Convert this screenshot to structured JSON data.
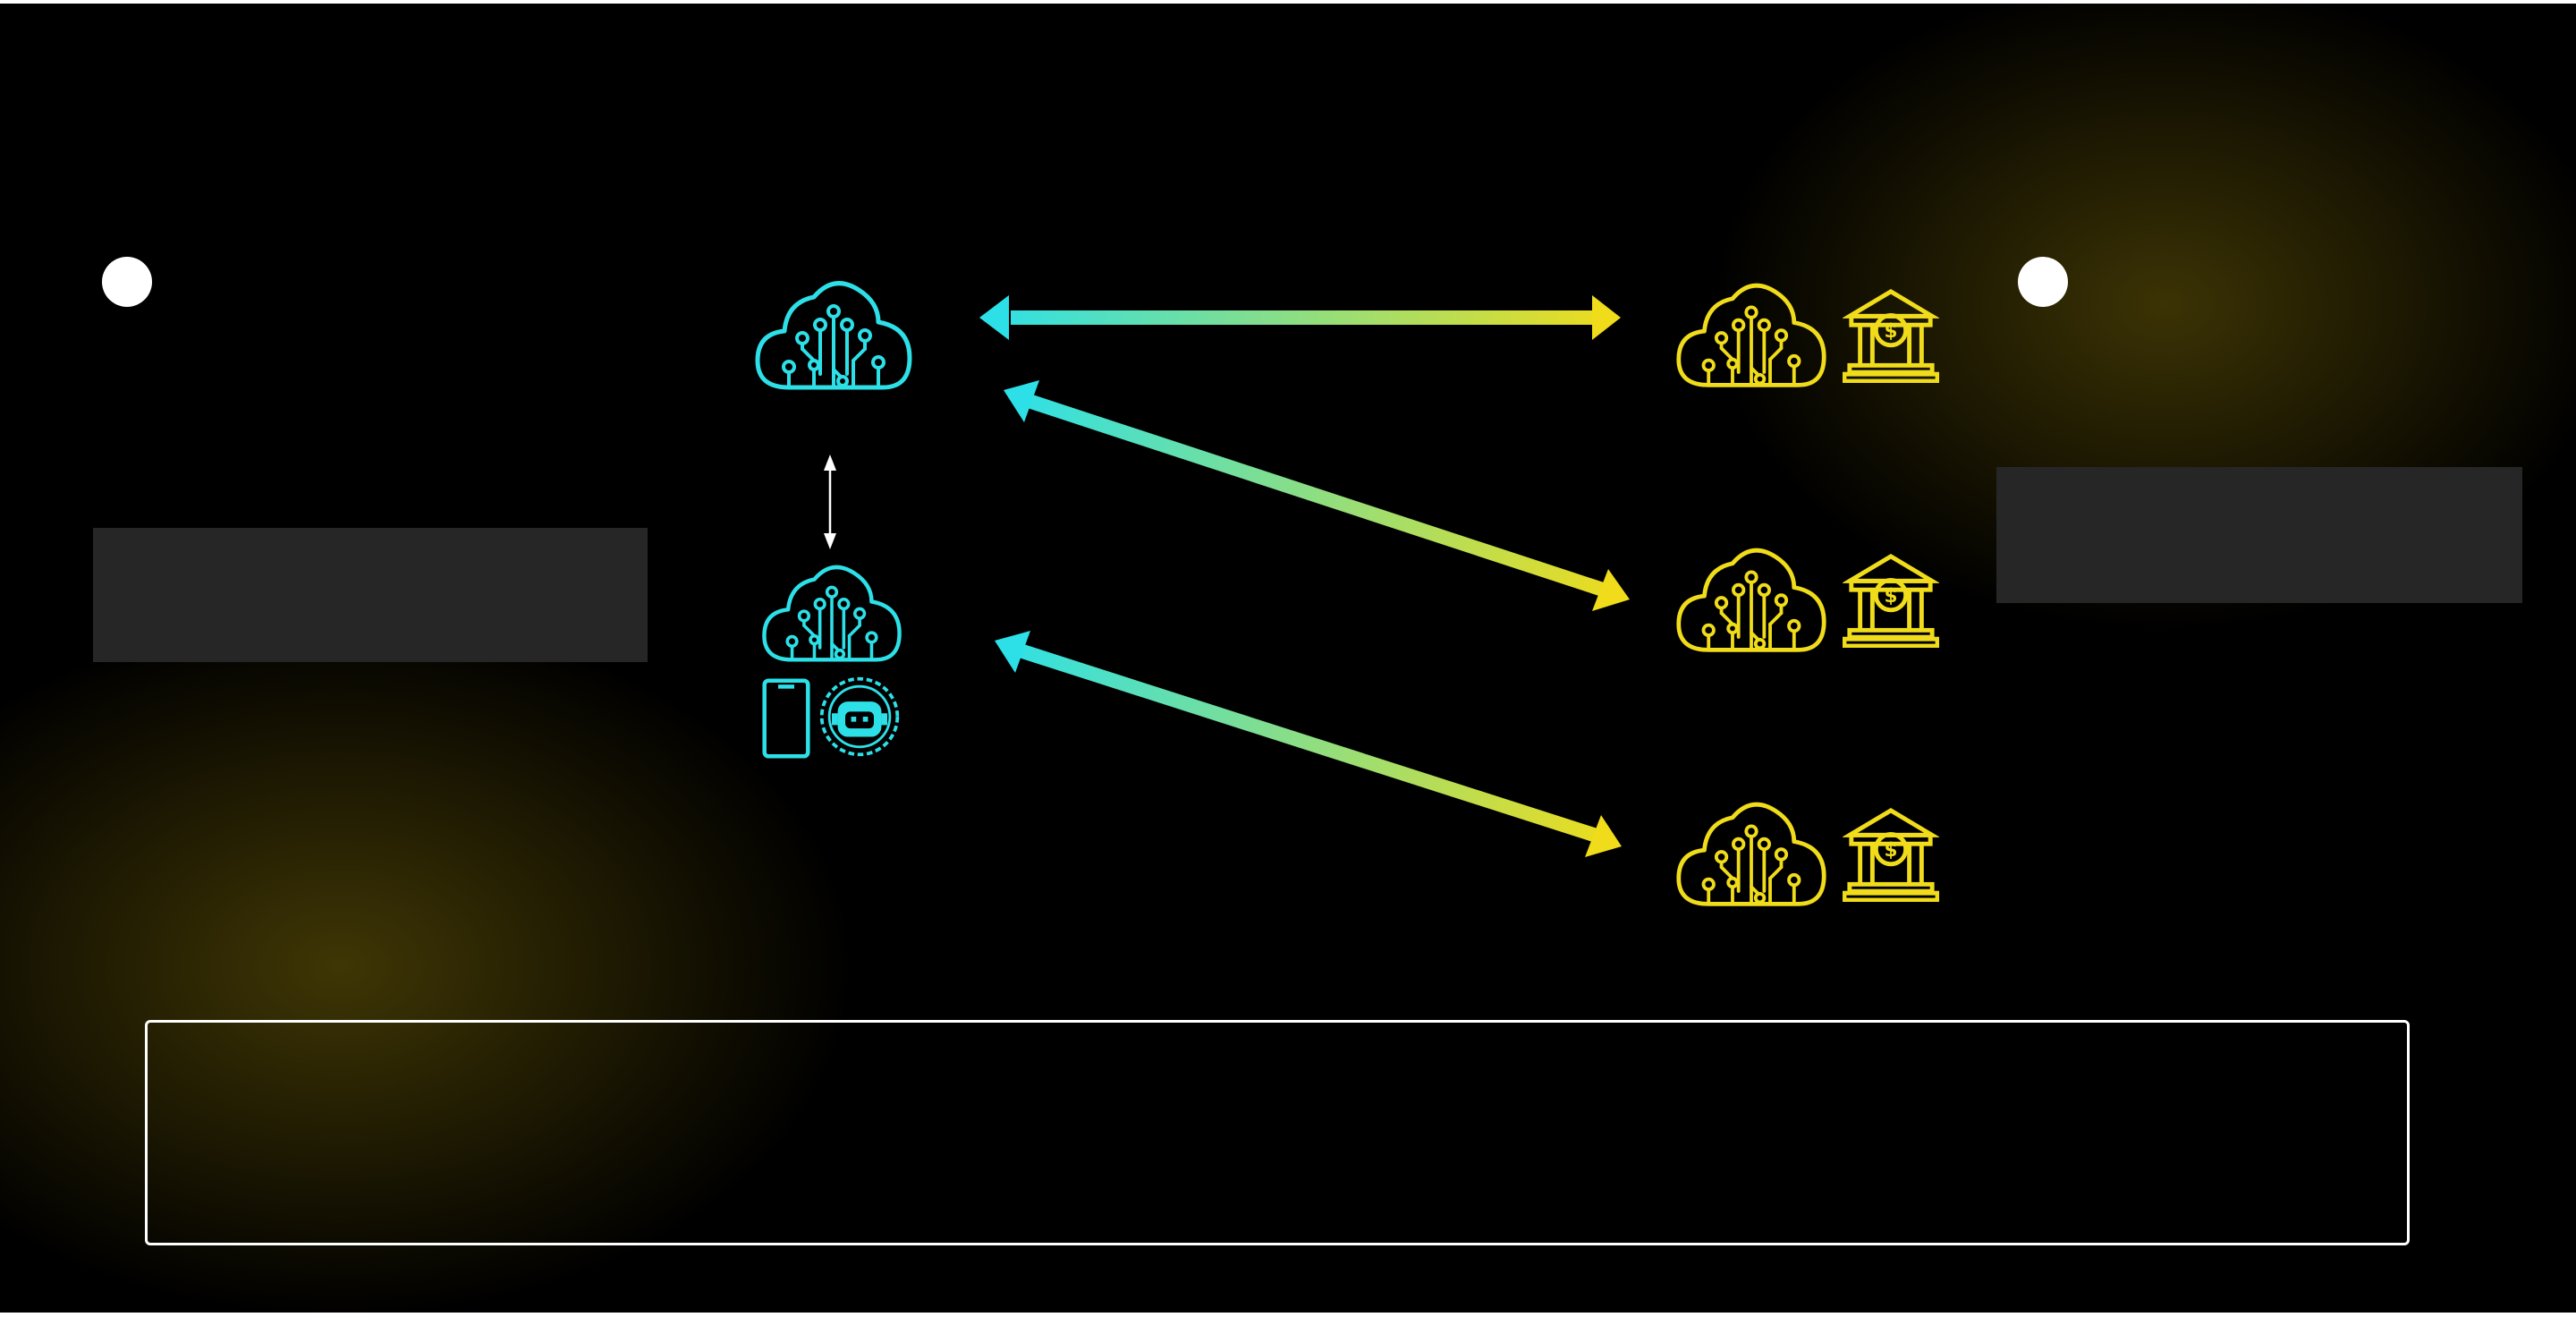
{
  "colors": {
    "client_accent": "#2de0e8",
    "provider_accent": "#f0dc1a",
    "background": "#000000",
    "text_block": "#262626",
    "panel_border": "#ffffff",
    "glow": "#463c05"
  },
  "nodes": {
    "client_cloud": {
      "icon": "cloud-circuit-icon",
      "color": "cyan"
    },
    "client_device": {
      "icons": [
        "cloud-circuit-icon",
        "smartphone-icon",
        "robot-face-icon"
      ],
      "color": "cyan"
    },
    "providers": [
      {
        "icons": [
          "cloud-circuit-icon",
          "bank-coin-icon"
        ],
        "color": "yellow"
      },
      {
        "icons": [
          "cloud-circuit-icon",
          "bank-coin-icon"
        ],
        "color": "yellow"
      },
      {
        "icons": [
          "cloud-circuit-icon",
          "bank-coin-icon"
        ],
        "color": "yellow"
      }
    ]
  },
  "connections": [
    {
      "from": "client_cloud",
      "to": "provider_1",
      "style": "gradient-double-arrow"
    },
    {
      "from": "client_cloud",
      "to": "provider_2",
      "style": "gradient-double-arrow"
    },
    {
      "from": "client_device",
      "to": "provider_3",
      "style": "gradient-double-arrow"
    },
    {
      "from": "client_cloud",
      "to": "client_device",
      "style": "thin-double-arrow"
    }
  ]
}
